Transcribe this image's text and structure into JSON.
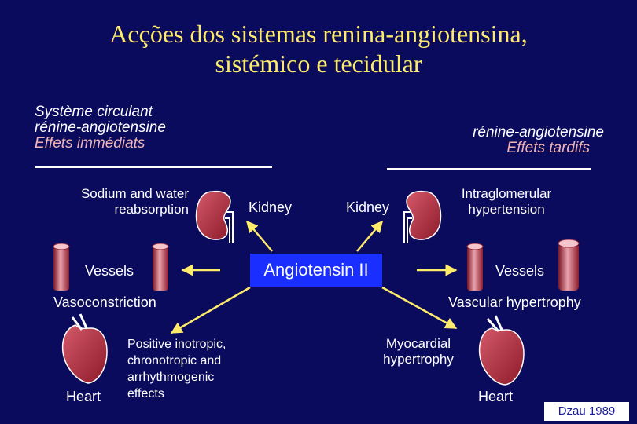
{
  "slide": {
    "title_line1": "Acções dos sistemas renina-angiotensina,",
    "title_line2": "sistémico e tecidular",
    "left_header": {
      "line1": "Système circulant",
      "line2": "rénine-angiotensine",
      "line3": "Effets immédiats"
    },
    "right_header": {
      "line1": "rénine-angiotensine",
      "line2": "Effets tardifs"
    },
    "center": "Angiotensin II",
    "left": {
      "sodium_line1": "Sodium and water",
      "sodium_line2": "reabsorption",
      "kidney": "Kidney",
      "vessels": "Vessels",
      "vasoconstriction": "Vasoconstriction",
      "heart": "Heart",
      "inotropic_line1": "Positive inotropic,",
      "inotropic_line2": "chronotropic and",
      "inotropic_line3": "arrhythmogenic",
      "inotropic_line4": "effects"
    },
    "right": {
      "kidney": "Kidney",
      "intraglom_line1": "Intraglomerular",
      "intraglom_line2": "hypertension",
      "vessels": "Vessels",
      "vascular_hypertrophy": "Vascular hypertrophy",
      "myocardial_line1": "Myocardial",
      "myocardial_line2": "hypertrophy",
      "heart": "Heart"
    },
    "credit": "Dzau 1989",
    "colors": {
      "background": "#0b0b5e",
      "title": "#ffeb6a",
      "arrow": "#ffeb6a",
      "center_box": "#1a2eff",
      "organ": "#b02a3c"
    }
  }
}
